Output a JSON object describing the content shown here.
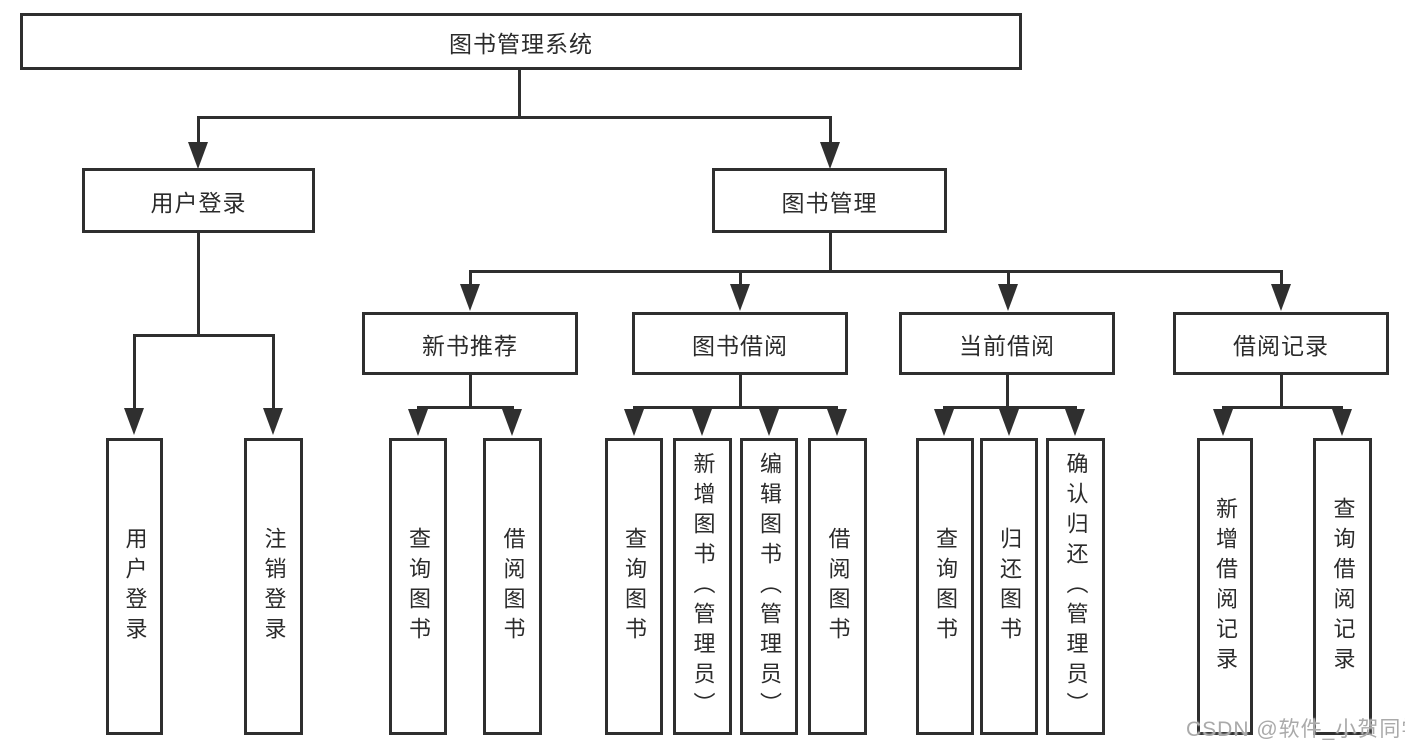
{
  "diagram": {
    "root": {
      "label": "图书管理系统"
    },
    "branches": [
      {
        "label": "用户登录",
        "children": [
          {
            "label": "用户登录"
          },
          {
            "label": "注销登录"
          }
        ]
      },
      {
        "label": "图书管理",
        "children": [
          {
            "label": "新书推荐",
            "children": [
              {
                "label": "查询图书"
              },
              {
                "label": "借阅图书"
              }
            ]
          },
          {
            "label": "图书借阅",
            "children": [
              {
                "label": "查询图书"
              },
              {
                "label": "新增图书（管理员）"
              },
              {
                "label": "编辑图书（管理员）"
              },
              {
                "label": "借阅图书"
              }
            ]
          },
          {
            "label": "当前借阅",
            "children": [
              {
                "label": "查询图书"
              },
              {
                "label": "归还图书"
              },
              {
                "label": "确认归还（管理员）"
              }
            ]
          },
          {
            "label": "借阅记录",
            "children": [
              {
                "label": "新增借阅记录"
              },
              {
                "label": "查询借阅记录"
              }
            ]
          }
        ]
      }
    ]
  },
  "watermark": {
    "text": "CSDN @软件_小贺同学"
  },
  "colors": {
    "line": "#2f2f2f",
    "text": "#2b2b2b",
    "background": "#ffffff",
    "watermark": "#aaaaaa"
  }
}
